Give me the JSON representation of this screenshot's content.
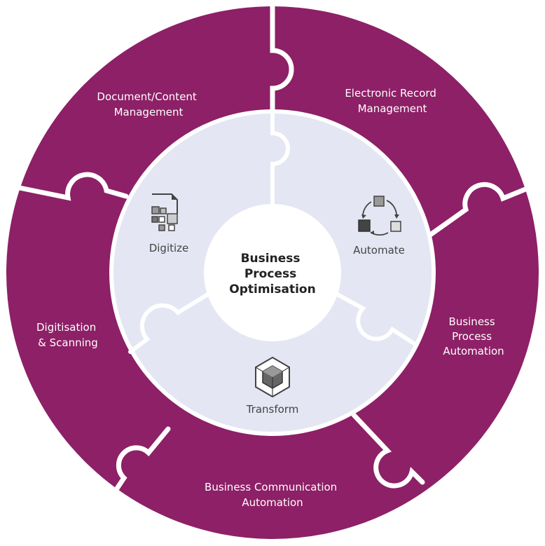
{
  "center": {
    "lines": [
      "Business",
      "Process",
      "Optimisation"
    ]
  },
  "inner": {
    "digitize": "Digitize",
    "automate": "Automate",
    "transform": "Transform"
  },
  "outer": {
    "document_content": [
      "Document/Content",
      "Management"
    ],
    "electronic_record": [
      "Electronic Record",
      "Management"
    ],
    "business_process_automation": [
      "Business",
      "Process",
      "Automation"
    ],
    "business_communication": [
      "Business Communication",
      "Automation"
    ],
    "digitisation_scanning": [
      "Digitisation",
      "& Scanning"
    ]
  },
  "colors": {
    "outer_ring": "#8d2066",
    "inner_ring": "#e4e6f3",
    "center": "#ffffff",
    "divider": "#ffffff",
    "icon_dark": "#555555",
    "icon_mid": "#999999"
  },
  "icons": {
    "digitize": "document-digitize-icon",
    "automate": "automation-cycle-icon",
    "transform": "hexagon-cube-icon"
  }
}
